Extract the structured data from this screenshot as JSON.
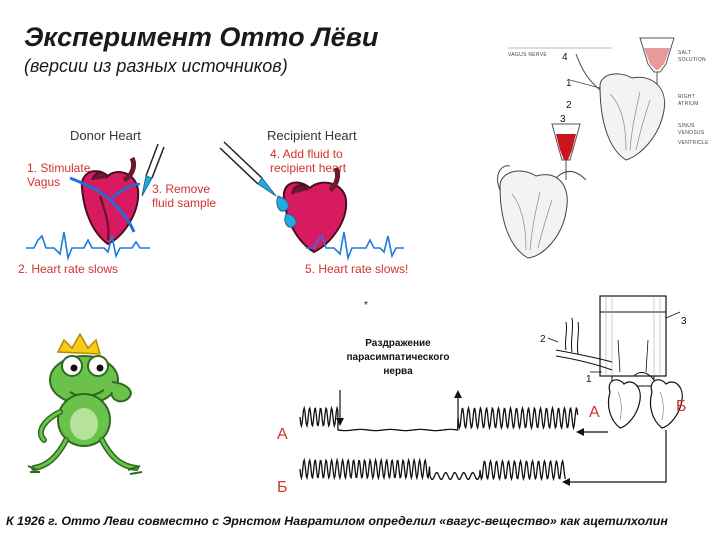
{
  "title": "Эксперимент Отто Лёви",
  "subtitle": "(версии из разных источников)",
  "diagram1": {
    "donor_label": "Donor Heart",
    "recipient_label": "Recipient Heart",
    "step1_line1": "1. Stimulate",
    "step1_line2": "Vagus",
    "step2": "2. Heart rate slows",
    "step3_line1": "3. Remove",
    "step3_line2": "fluid sample",
    "step4_line1": "4. Add fluid to",
    "step4_line2": "recipient heart",
    "step5": "5. Heart rate slows!"
  },
  "diagram2": {
    "vagus_label": "VAGUS NERVE",
    "salt_line1": "SALT",
    "salt_line2": "SOLUTION",
    "atrium_line1": "RIGHT",
    "atrium_line2": "ATRIUM",
    "sinus_line1": "SINUS",
    "sinus_line2": "VENOSUS",
    "ventricle_label": "VENTRICLE",
    "num1": "1",
    "num2": "2",
    "num3": "3",
    "num4": "4"
  },
  "diagram3": {
    "center_line1": "Раздражение",
    "center_line2": "парасимпатического",
    "center_line3": "нерва",
    "trace_a_label": "А",
    "trace_b_label": "Б",
    "heart_a_label": "А",
    "heart_b_label": "Б",
    "num1": "1",
    "num2": "2",
    "num3": "3"
  },
  "caption": "К 1926 г. Отто Леви совместно с Эрнстом Навратилом определил «вагус-вещество» как ацетилхолин",
  "colors": {
    "heart_pink": "#d81b60",
    "heart_dark": "#6a1b2b",
    "nerve_blue": "#1e6fd9",
    "syringe_blue": "#29a8e0",
    "label_red": "#d2322d",
    "ecg_blue": "#1f7ae0",
    "frog_green": "#6bc24a",
    "crown_yellow": "#f5cc1a",
    "flask_red": "#c9151e"
  }
}
